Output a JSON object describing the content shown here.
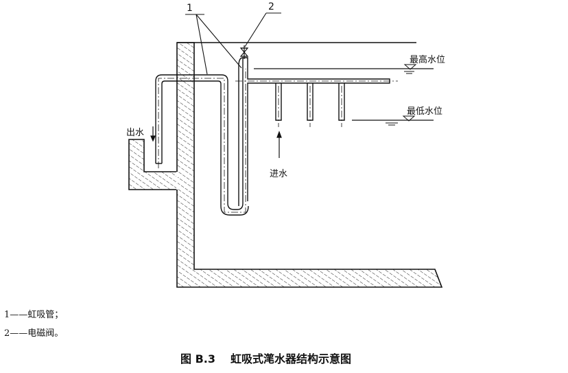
{
  "diagram": {
    "callouts": [
      {
        "id": "1",
        "label": "1"
      },
      {
        "id": "2",
        "label": "2"
      }
    ],
    "labels": {
      "outlet": "出水",
      "inlet": "进水",
      "max_level": "最高水位",
      "min_level": "最低水位"
    }
  },
  "legend": [
    {
      "text": "1——虹吸管；"
    },
    {
      "text": "2——电磁阀。"
    }
  ],
  "caption": {
    "number": "图 B.3",
    "title": "虹吸式滗水器结构示意图"
  }
}
